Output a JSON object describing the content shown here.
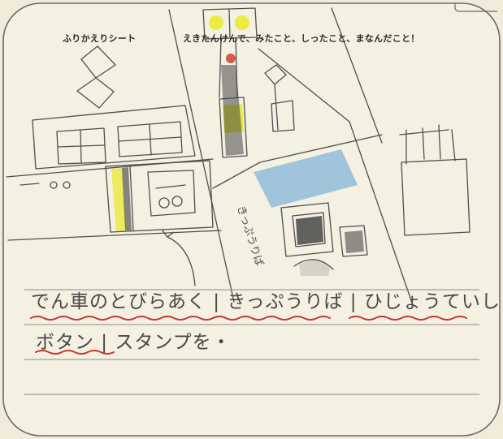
{
  "sheet": {
    "title": "ふりかえりシート",
    "prompt": "えきたんけんで、みたこと、しったこと、まなんだこと！"
  },
  "writing": {
    "line1": "でん車のとびらあく | きっぷうりば | ひじょうていし",
    "line2": "ボタン | スタンプを・"
  },
  "drawing": {
    "vertical_label": "きっぷうりば"
  },
  "colors": {
    "paper": "#f0ecd9",
    "pencil": "#4a4a4a",
    "yellow": "#e6e800",
    "blue": "#5a9fd6",
    "red": "#c8372d"
  }
}
